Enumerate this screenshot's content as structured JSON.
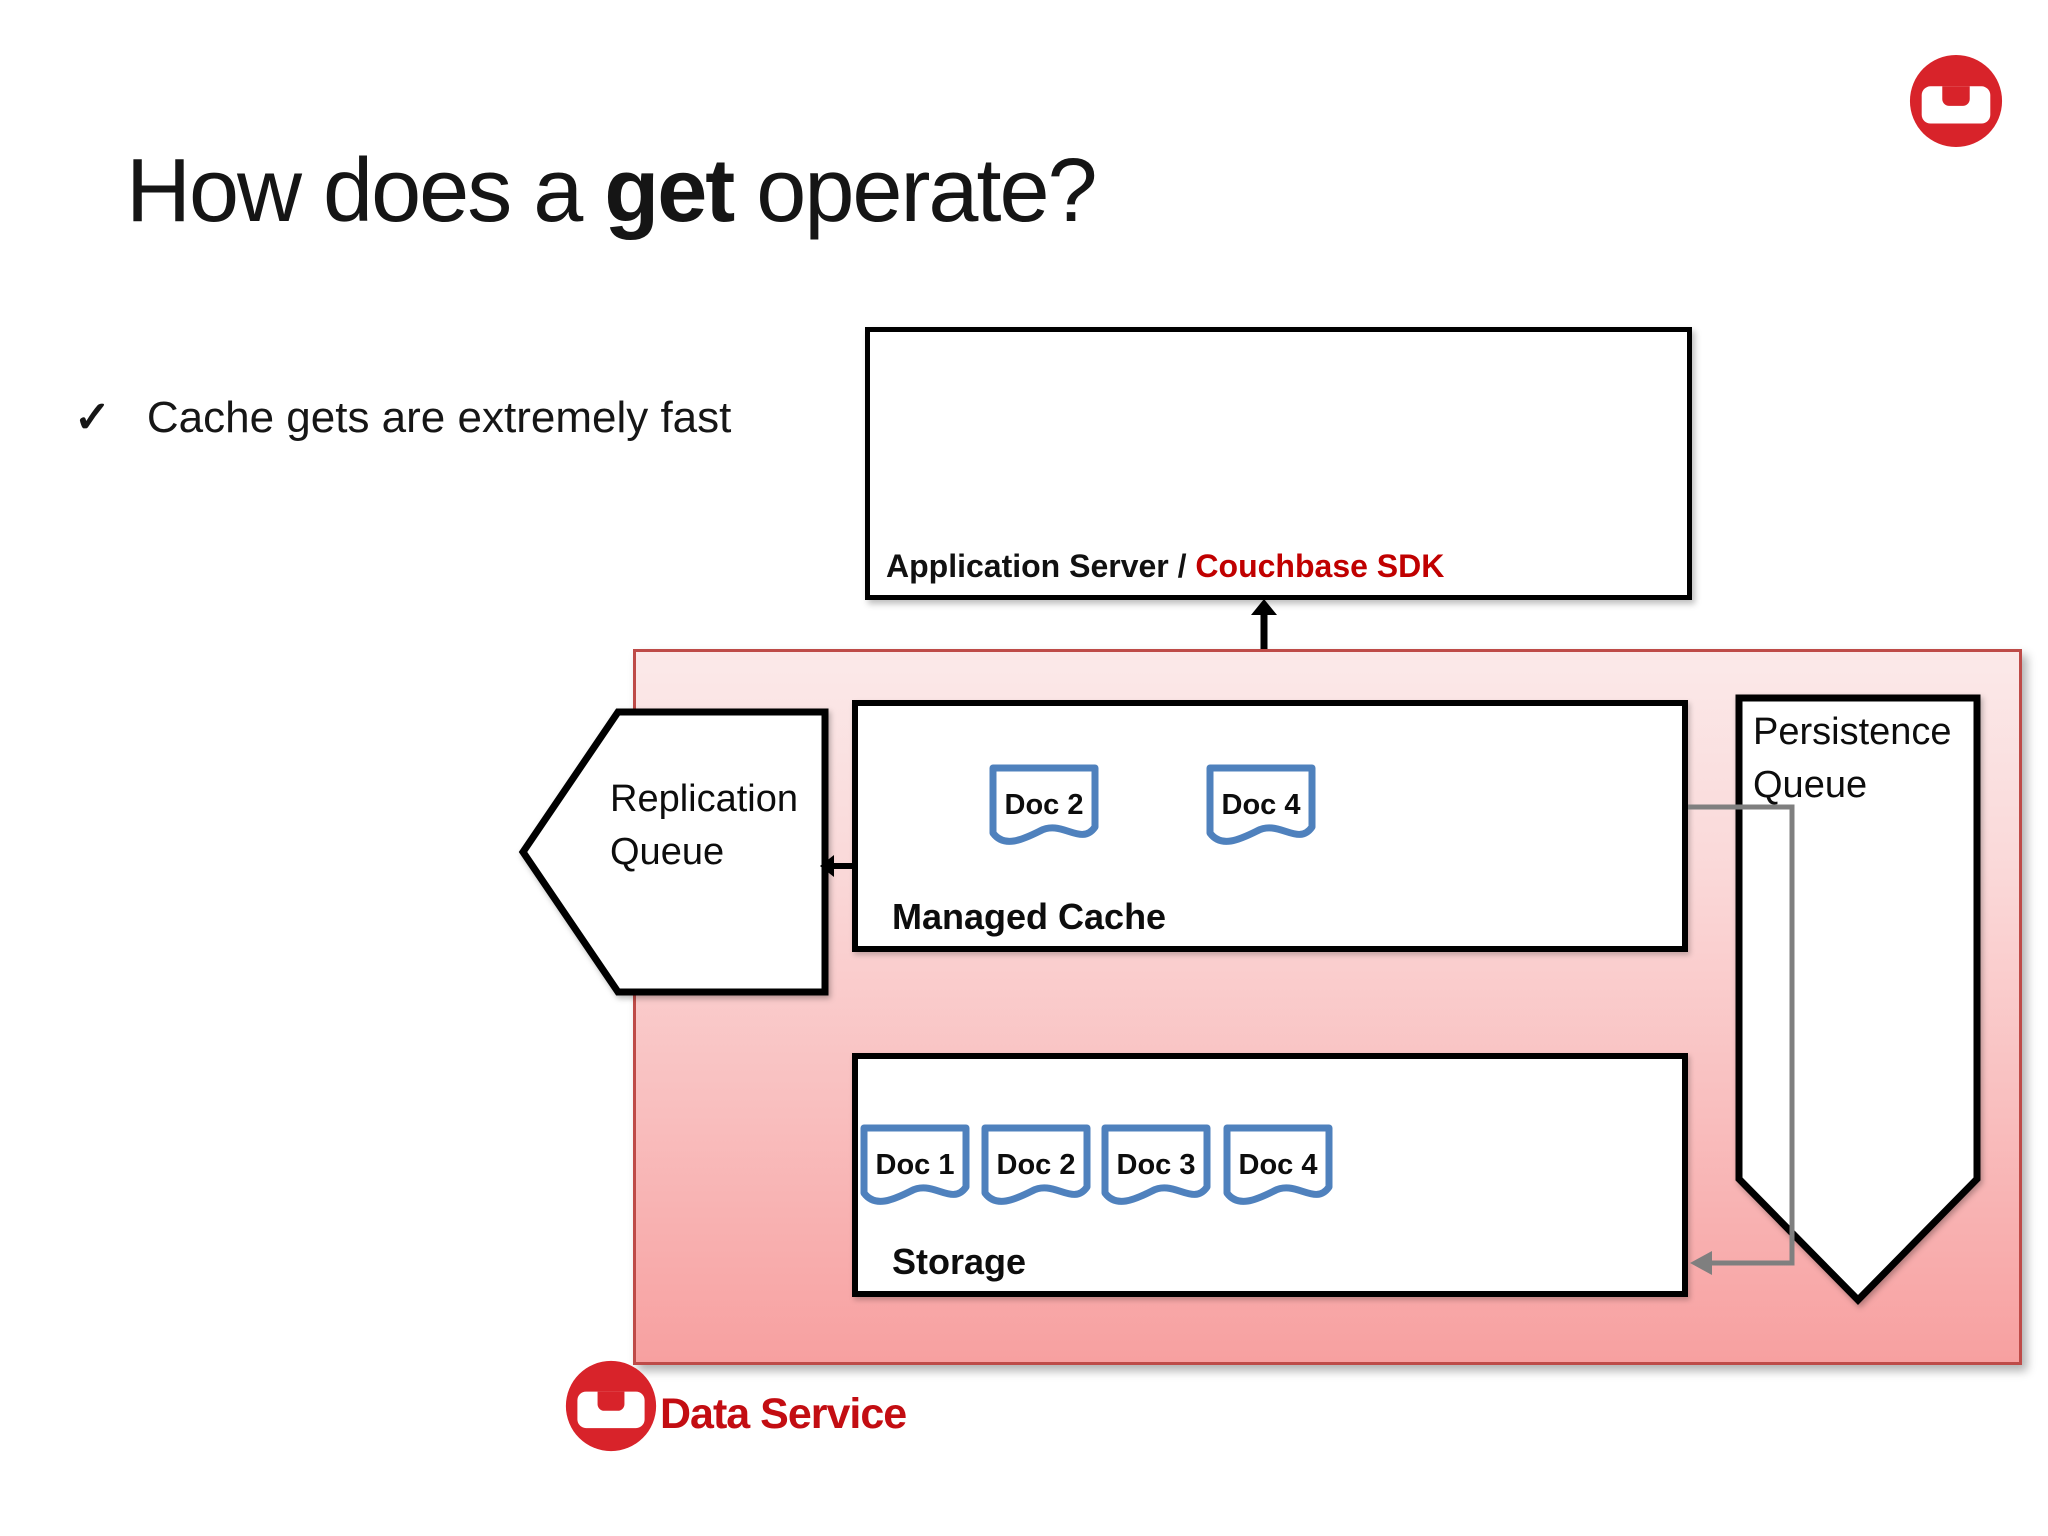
{
  "slide": {
    "title": {
      "prefix": "How does a ",
      "emphasis": "get",
      "suffix": " operate?"
    },
    "bullet": {
      "check": "✓",
      "text": "Cache gets are extremely fast"
    }
  },
  "app_server": {
    "label_prefix": "Application Server / ",
    "label_highlight": "Couchbase SDK"
  },
  "data_service_panel": {
    "replication_queue": {
      "line1": "Replication",
      "line2": "Queue"
    },
    "managed_cache": {
      "label": "Managed Cache",
      "docs": [
        "Doc 2",
        "Doc 4"
      ]
    },
    "storage": {
      "label": "Storage",
      "docs": [
        "Doc 1",
        "Doc 2",
        "Doc 3",
        "Doc 4"
      ]
    },
    "persistence_queue": {
      "line1": "Persistence",
      "line2": "Queue"
    },
    "caption": "Data Service"
  },
  "icons": {
    "couchbase_logo": "red-circle-with-white-couch",
    "checkmark": "✓",
    "double_arrow": "vertical-double-headed-arrow",
    "replication_arrow": "left-arrow",
    "persistence_connector": "elbow-connector-with-left-arrow"
  },
  "colors": {
    "highlight_red": "#C00000",
    "caption_red": "#C30D12",
    "couchbase_red": "#D8232A",
    "doc_border_blue": "#4F81BD",
    "panel_border": "#BE4B48",
    "panel_gradient_top": "#FBE9E9",
    "panel_gradient_bottom": "#F7A0A0",
    "connector_gray": "#7F7F7F",
    "ink_black": "#000000"
  }
}
